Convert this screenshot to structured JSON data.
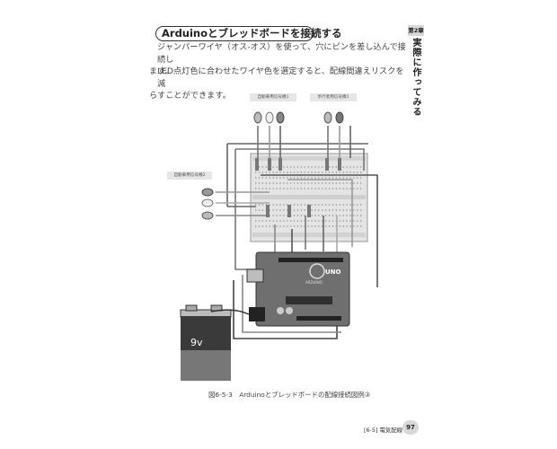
{
  "heading": "Arduinoとブレッドボードを接続する",
  "paragraphs": [
    [
      "ジャンパーワイヤ（オス-オス）を使って、穴にピンを差し込んで接続し",
      "ます。"
    ],
    [
      "LED点灯色に合わせたワイヤ色を選定すると、配線間違えリスクを減",
      "らすことができます。"
    ]
  ],
  "side_tab": {
    "chapter": "第2章",
    "title": "実際に作ってみる"
  },
  "figure": {
    "callouts": [
      "自動車用信号機1",
      "歩行者用信号機1",
      "自動車用信号機2"
    ],
    "arduino_board_text": "UNO",
    "arduino_brand": "ARDUINO",
    "battery_label": "9v",
    "caption": "図6-5-3　Arduinoとブレッドボードの配線接続図例③"
  },
  "footer": {
    "section_label": "[6-5] 電気配線",
    "page_number": "97"
  }
}
